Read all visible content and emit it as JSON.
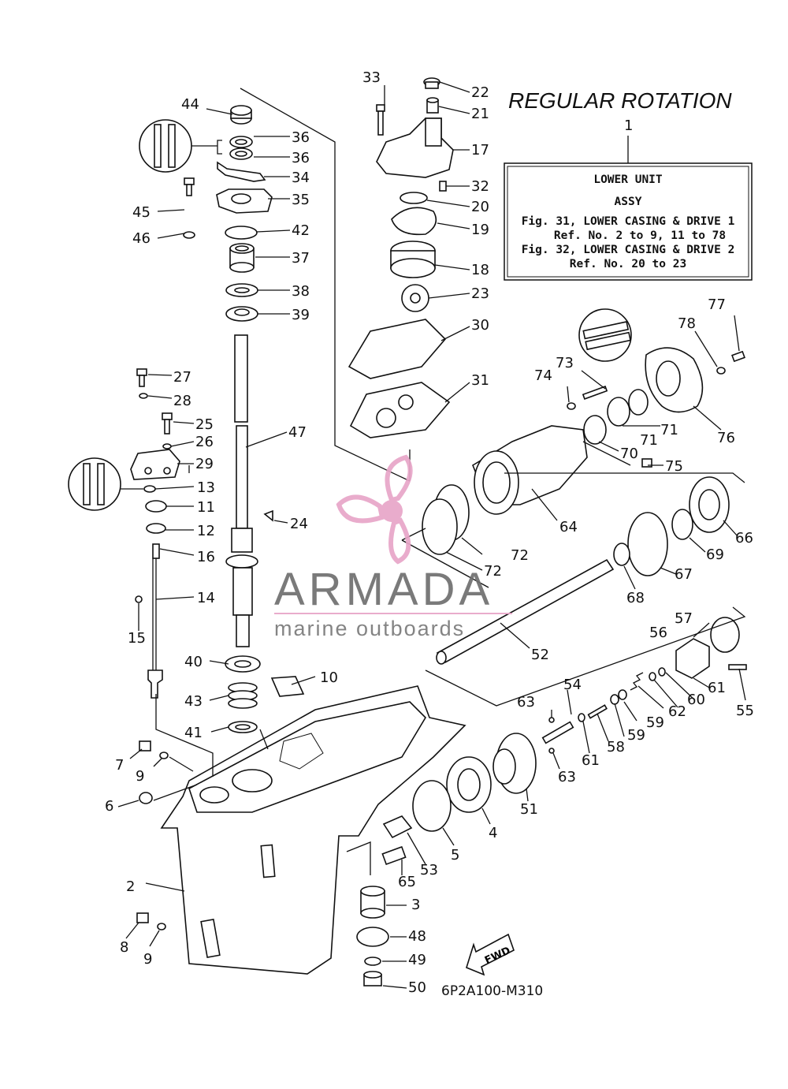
{
  "diagram": {
    "title": "REGULAR ROTATION",
    "callout_number": "1",
    "info_box": {
      "line1": "LOWER UNIT",
      "line2": "ASSY",
      "line3": "Fig. 31, LOWER CASING & DRIVE 1",
      "line4": "Ref. No. 2 to 9, 11 to 78",
      "line5": "Fig. 32, LOWER CASING & DRIVE 2",
      "line6": "Ref. No. 20 to 23"
    },
    "fwd_label": "FWD",
    "drawing_code": "6P2A100-M310",
    "watermark": {
      "name": "ARMADA",
      "tagline": "marine outboards",
      "accent_color": "#e8a6c8",
      "text_color": "#6f6f6f"
    },
    "labels": [
      {
        "id": "2",
        "text": "2"
      },
      {
        "id": "3",
        "text": "3"
      },
      {
        "id": "4",
        "text": "4"
      },
      {
        "id": "5",
        "text": "5"
      },
      {
        "id": "6",
        "text": "6"
      },
      {
        "id": "7",
        "text": "7"
      },
      {
        "id": "8",
        "text": "8"
      },
      {
        "id": "9a",
        "text": "9"
      },
      {
        "id": "9b",
        "text": "9"
      },
      {
        "id": "10",
        "text": "10"
      },
      {
        "id": "11",
        "text": "11"
      },
      {
        "id": "12",
        "text": "12"
      },
      {
        "id": "13",
        "text": "13"
      },
      {
        "id": "14",
        "text": "14"
      },
      {
        "id": "15",
        "text": "15"
      },
      {
        "id": "16",
        "text": "16"
      },
      {
        "id": "17",
        "text": "17"
      },
      {
        "id": "18",
        "text": "18"
      },
      {
        "id": "19",
        "text": "19"
      },
      {
        "id": "20",
        "text": "20"
      },
      {
        "id": "21",
        "text": "21"
      },
      {
        "id": "22",
        "text": "22"
      },
      {
        "id": "23",
        "text": "23"
      },
      {
        "id": "24",
        "text": "24"
      },
      {
        "id": "25",
        "text": "25"
      },
      {
        "id": "26",
        "text": "26"
      },
      {
        "id": "27",
        "text": "27"
      },
      {
        "id": "28",
        "text": "28"
      },
      {
        "id": "29",
        "text": "29"
      },
      {
        "id": "30",
        "text": "30"
      },
      {
        "id": "31",
        "text": "31"
      },
      {
        "id": "32",
        "text": "32"
      },
      {
        "id": "33",
        "text": "33"
      },
      {
        "id": "34",
        "text": "34"
      },
      {
        "id": "35",
        "text": "35"
      },
      {
        "id": "36a",
        "text": "36"
      },
      {
        "id": "36b",
        "text": "36"
      },
      {
        "id": "37",
        "text": "37"
      },
      {
        "id": "38",
        "text": "38"
      },
      {
        "id": "39",
        "text": "39"
      },
      {
        "id": "40",
        "text": "40"
      },
      {
        "id": "41",
        "text": "41"
      },
      {
        "id": "42",
        "text": "42"
      },
      {
        "id": "43",
        "text": "43"
      },
      {
        "id": "44",
        "text": "44"
      },
      {
        "id": "45",
        "text": "45"
      },
      {
        "id": "46",
        "text": "46"
      },
      {
        "id": "47",
        "text": "47"
      },
      {
        "id": "48",
        "text": "48"
      },
      {
        "id": "49",
        "text": "49"
      },
      {
        "id": "50",
        "text": "50"
      },
      {
        "id": "51",
        "text": "51"
      },
      {
        "id": "52",
        "text": "52"
      },
      {
        "id": "53",
        "text": "53"
      },
      {
        "id": "54",
        "text": "54"
      },
      {
        "id": "55",
        "text": "55"
      },
      {
        "id": "56",
        "text": "56"
      },
      {
        "id": "57",
        "text": "57"
      },
      {
        "id": "58",
        "text": "58"
      },
      {
        "id": "59a",
        "text": "59"
      },
      {
        "id": "59b",
        "text": "59"
      },
      {
        "id": "60",
        "text": "60"
      },
      {
        "id": "61a",
        "text": "61"
      },
      {
        "id": "61b",
        "text": "61"
      },
      {
        "id": "62",
        "text": "62"
      },
      {
        "id": "63a",
        "text": "63"
      },
      {
        "id": "63b",
        "text": "63"
      },
      {
        "id": "64",
        "text": "64"
      },
      {
        "id": "65",
        "text": "65"
      },
      {
        "id": "66",
        "text": "66"
      },
      {
        "id": "67",
        "text": "67"
      },
      {
        "id": "68",
        "text": "68"
      },
      {
        "id": "69",
        "text": "69"
      },
      {
        "id": "70",
        "text": "70"
      },
      {
        "id": "71a",
        "text": "71"
      },
      {
        "id": "71b",
        "text": "71"
      },
      {
        "id": "72a",
        "text": "72"
      },
      {
        "id": "72b",
        "text": "72"
      },
      {
        "id": "73",
        "text": "73"
      },
      {
        "id": "74",
        "text": "74"
      },
      {
        "id": "75",
        "text": "75"
      },
      {
        "id": "76",
        "text": "76"
      },
      {
        "id": "77",
        "text": "77"
      },
      {
        "id": "78",
        "text": "78"
      }
    ]
  }
}
